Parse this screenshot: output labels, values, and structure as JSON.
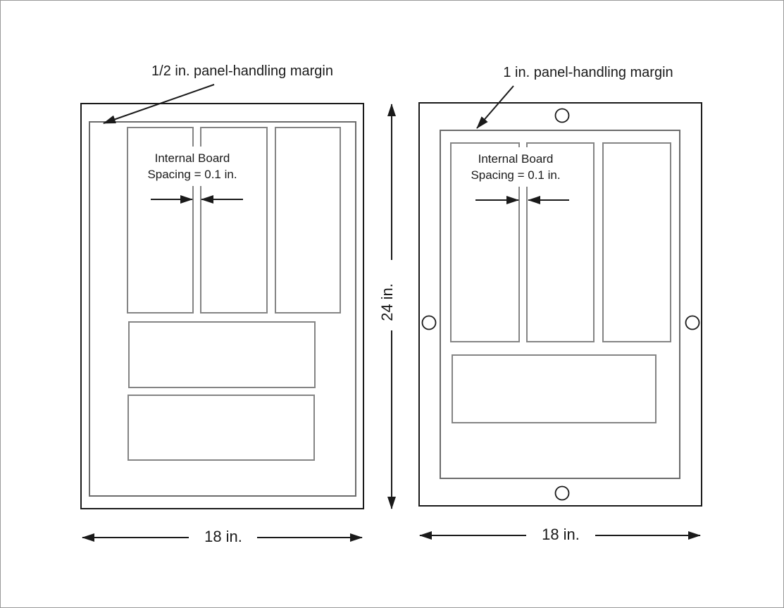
{
  "figure": {
    "height_dimension": "24 in.",
    "panels": [
      {
        "name": "left-panel",
        "margin_label": "1/2 in. panel-handling margin",
        "spacing_label": {
          "line1": "Internal Board",
          "line2": "Spacing = 0.1 in."
        },
        "width_dimension": "18 in.",
        "vertical_board_count": 3,
        "horizontal_board_count": 2,
        "tooling_hole_count": 0
      },
      {
        "name": "right-panel",
        "margin_label": "1 in. panel-handling margin",
        "spacing_label": {
          "line1": "Internal Board",
          "line2": "Spacing = 0.1 in."
        },
        "width_dimension": "18 in.",
        "vertical_board_count": 3,
        "horizontal_board_count": 1,
        "tooling_hole_count": 4
      }
    ],
    "colors": {
      "outline": "#1a1a1a",
      "board_outline": "#848484",
      "margin_outline": "#6b6b6b",
      "text": "#1a1a1a",
      "background": "#ffffff",
      "page_border": "#999999"
    }
  }
}
